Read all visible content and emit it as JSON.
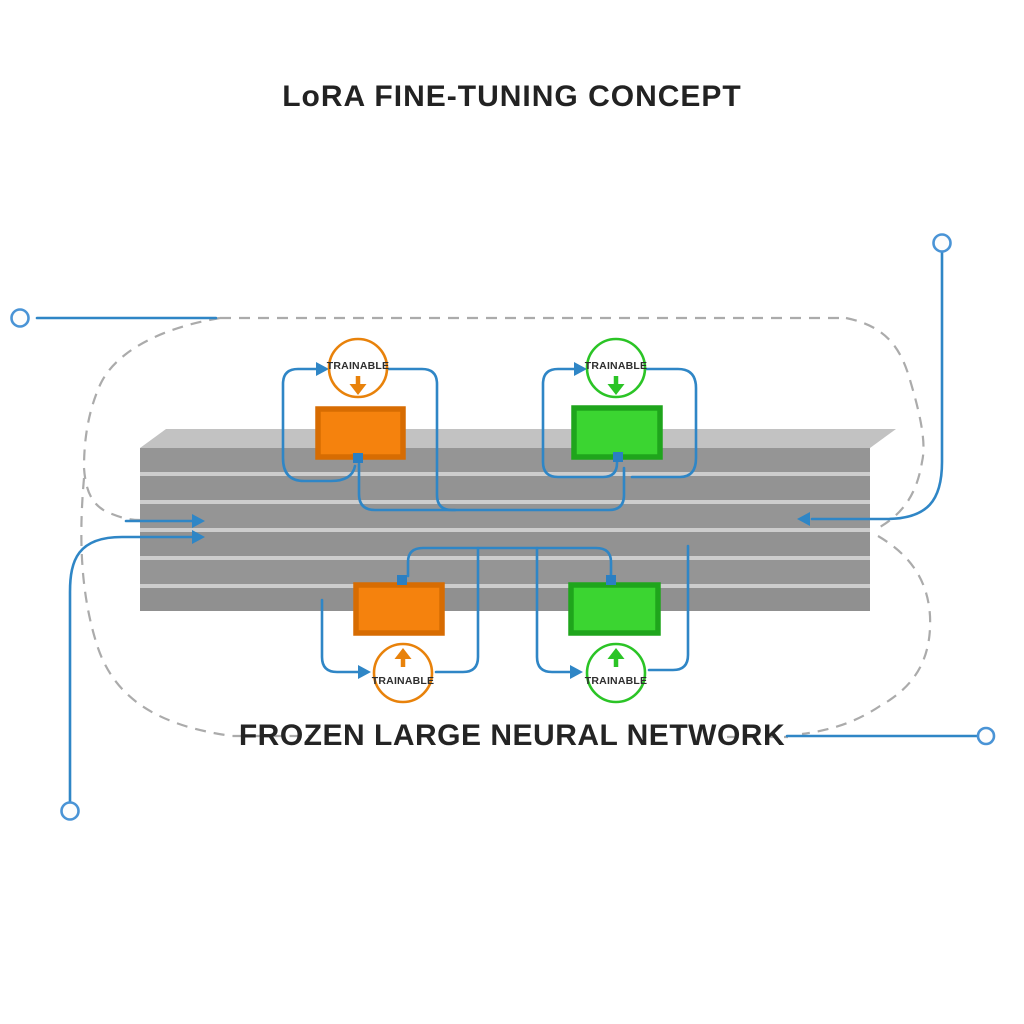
{
  "title": "LoRA FINE-TUNING CONCEPT",
  "network": {
    "label": "FROZEN LARGE NEURAL NETWORK",
    "layer_count": 6,
    "state": "frozen"
  },
  "adapters": [
    {
      "position": "top-left",
      "label": "TRAINABLE",
      "color": "#F5820D",
      "arrow": "down"
    },
    {
      "position": "top-right",
      "label": "TRAINABLE",
      "color": "#3BD531",
      "arrow": "down"
    },
    {
      "position": "bottom-left",
      "label": "TRAINABLE",
      "color": "#F5820D",
      "arrow": "up"
    },
    {
      "position": "bottom-right",
      "label": "TRAINABLE",
      "color": "#3BD531",
      "arrow": "up"
    }
  ],
  "colors": {
    "flow_blue": "#2F86C6",
    "orange_fill": "#F5820D",
    "orange_border": "#D76C02",
    "green_fill": "#3BD531",
    "green_border": "#1FA51C",
    "network_gray": "#969696",
    "network_top_gray": "#C2C2C2",
    "dashed_path_gray": "#ABABAB",
    "text_dark": "#1F1F1F"
  }
}
